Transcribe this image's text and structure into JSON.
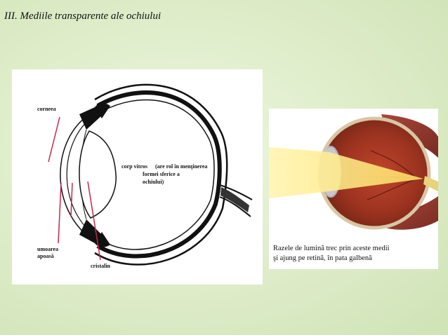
{
  "slide": {
    "title": "III. Mediile transparente ale ochiului"
  },
  "diagram": {
    "labels": {
      "corneea": "corneea",
      "corp_vitros": "corp vitros",
      "note_line1": "(are rol în menţinerea",
      "note_line2": "formei sferice a",
      "note_line3": "ochiului)",
      "umoarea_line1": "umoarea",
      "umoarea_line2": "apoasă",
      "cristalin": "cristalin"
    },
    "colors": {
      "pointer": "#c0284a",
      "outline": "#111111"
    }
  },
  "photo": {
    "caption_line1": "Razele de lumină trec prin aceste medii",
    "caption_line2": "şi ajung pe retină, în pata galbenă"
  }
}
